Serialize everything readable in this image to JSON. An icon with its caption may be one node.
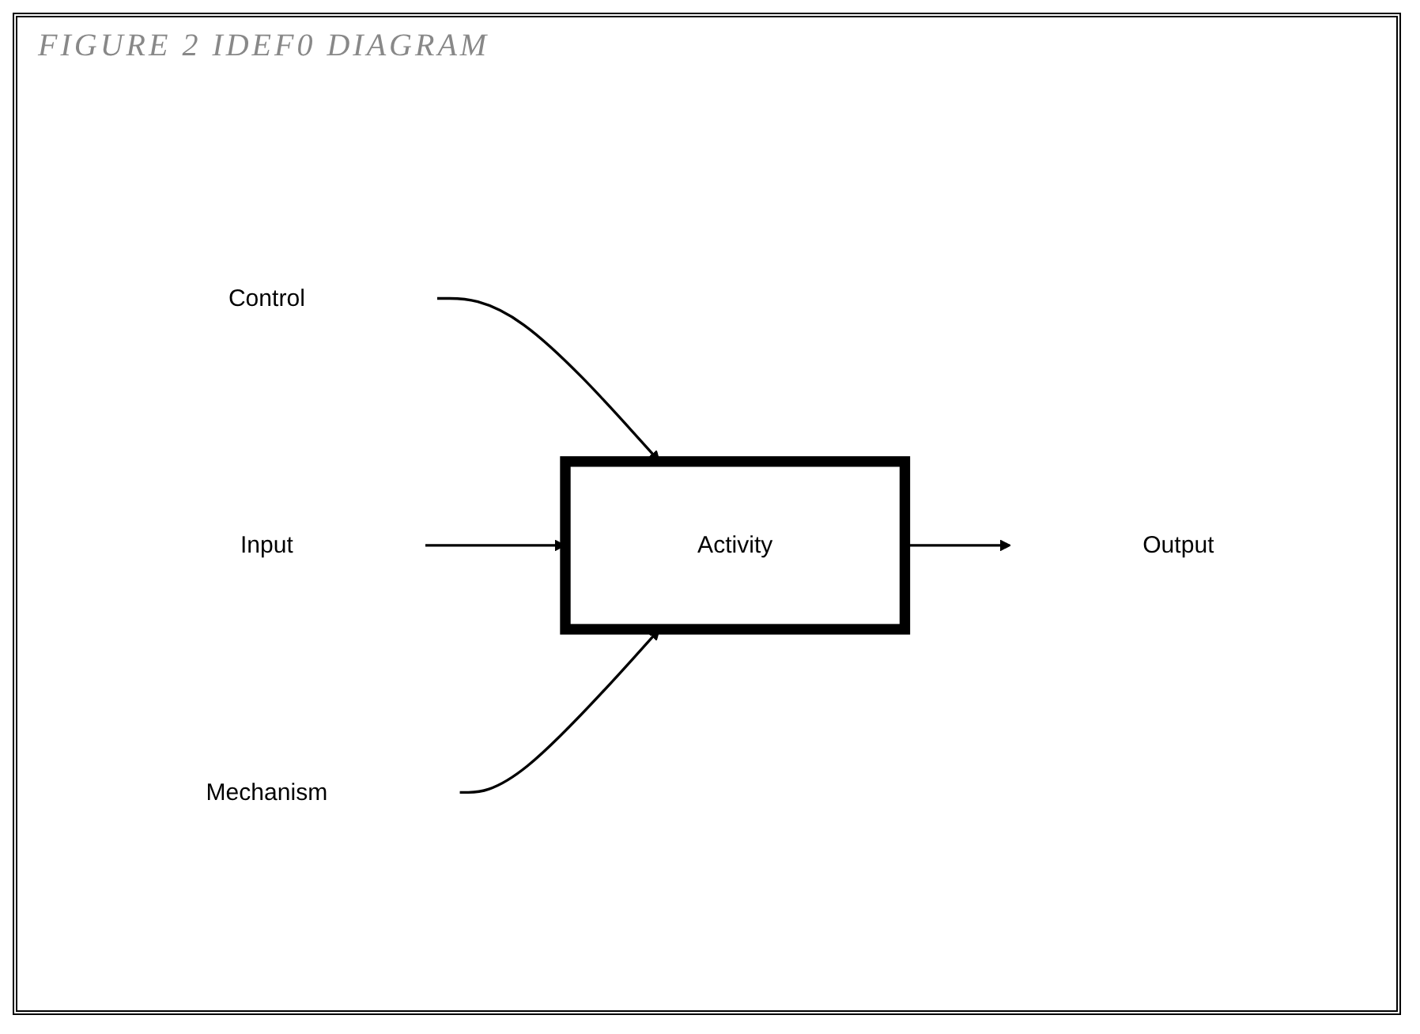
{
  "diagram": {
    "title": "FIGURE 2 IDEF0 DIAGRAM",
    "nodes": [
      {
        "text": [
          "Control"
        ]
      },
      {
        "text": [
          "Input"
        ]
      },
      {
        "text": [
          "Activity"
        ]
      },
      {
        "text": [
          "Output"
        ]
      },
      {
        "text": [
          "Mechanism"
        ]
      }
    ],
    "edges": [
      {
        "from": 0,
        "to": 2,
        "arrow": "to"
      },
      {
        "from": 1,
        "to": 2,
        "arrow": "to"
      },
      {
        "from": 2,
        "to": 3,
        "arrow": "to"
      },
      {
        "from": 4,
        "to": 2,
        "arrow": "to"
      }
    ]
  }
}
